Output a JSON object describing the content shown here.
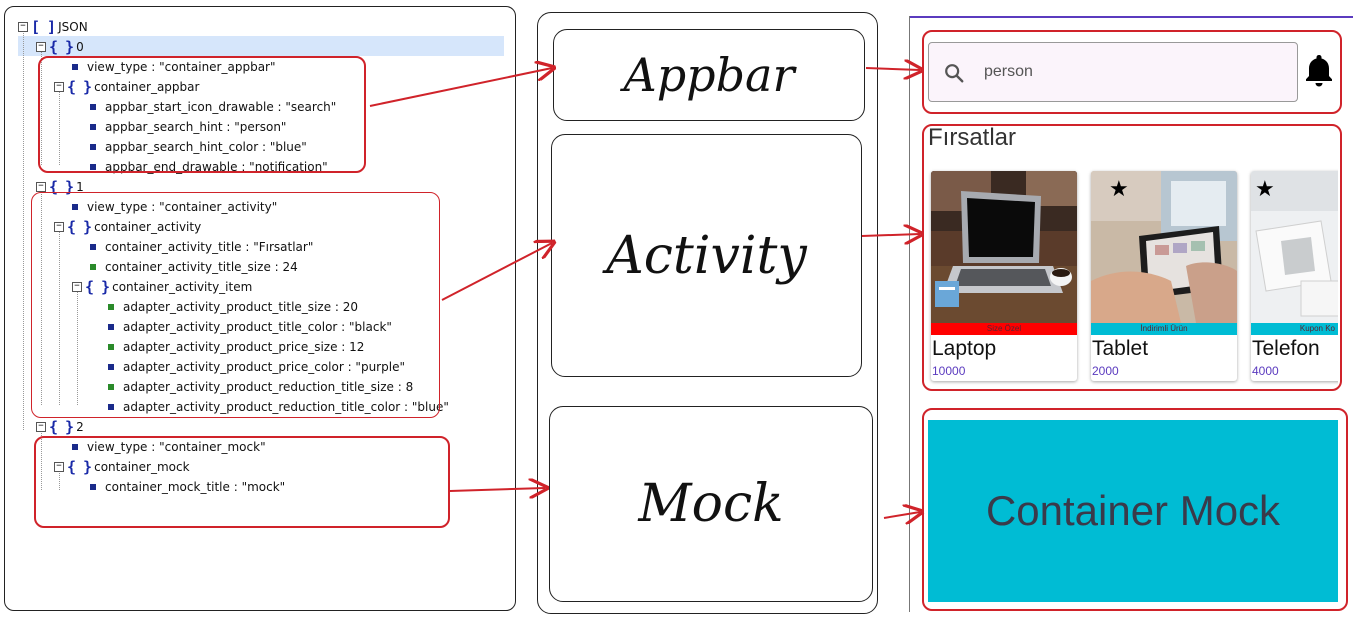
{
  "tree": {
    "rows": [
      {
        "toggle": "⊟",
        "icon": "array",
        "label": "JSON"
      },
      {
        "toggle": "⊟",
        "icon": "object",
        "label": "0"
      },
      {
        "icon": "leaf",
        "label": "view_type : \"container_appbar\""
      },
      {
        "toggle": "⊟",
        "icon": "object",
        "label": "container_appbar"
      },
      {
        "icon": "leaf",
        "label": "appbar_start_icon_drawable : \"search\""
      },
      {
        "icon": "leaf",
        "label": "appbar_search_hint : \"person\""
      },
      {
        "icon": "leaf",
        "label": "appbar_search_hint_color : \"blue\""
      },
      {
        "icon": "leaf",
        "label": "appbar_end_drawable : \"notification\""
      },
      {
        "toggle": "⊟",
        "icon": "object",
        "label": "1"
      },
      {
        "icon": "leaf",
        "label": "view_type : \"container_activity\""
      },
      {
        "toggle": "⊟",
        "icon": "object",
        "label": "container_activity"
      },
      {
        "icon": "leaf",
        "label": "container_activity_title : \"Fırsatlar\""
      },
      {
        "icon": "leaf-num",
        "label": "container_activity_title_size : 24"
      },
      {
        "toggle": "⊟",
        "icon": "object",
        "label": "container_activity_item"
      },
      {
        "icon": "leaf-num",
        "label": "adapter_activity_product_title_size : 20"
      },
      {
        "icon": "leaf",
        "label": "adapter_activity_product_title_color : \"black\""
      },
      {
        "icon": "leaf-num",
        "label": "adapter_activity_product_price_size : 12"
      },
      {
        "icon": "leaf",
        "label": "adapter_activity_product_price_color : \"purple\""
      },
      {
        "icon": "leaf-num",
        "label": "adapter_activity_product_reduction_title_size : 8"
      },
      {
        "icon": "leaf",
        "label": "adapter_activity_product_reduction_title_color : \"blue\""
      },
      {
        "toggle": "⊟",
        "icon": "object",
        "label": "2"
      },
      {
        "icon": "leaf",
        "label": "view_type : \"container_mock\""
      },
      {
        "toggle": "⊟",
        "icon": "object",
        "label": "container_mock"
      },
      {
        "icon": "leaf",
        "label": "container_mock_title : \"mock\""
      }
    ]
  },
  "components": {
    "appbar": "Appbar",
    "activity": "Activity",
    "mock": "Mock"
  },
  "phone": {
    "search_icon": "search-icon",
    "search_hint": "person",
    "notification_icon": "bell-icon",
    "section_title": "Fırsatlar",
    "products": [
      {
        "title": "Laptop",
        "price": "10000",
        "tag": "Size Özel",
        "tag_color": "#ff0000",
        "starred": false
      },
      {
        "title": "Tablet",
        "price": "2000",
        "tag": "İndirimli Ürün",
        "tag_color": "#00bcd4",
        "starred": true
      },
      {
        "title": "Telefon",
        "price": "4000",
        "tag": "Kupon Ko",
        "tag_color": "#00bcd4",
        "starred": true
      }
    ],
    "mock_title": "Container Mock"
  },
  "colors": {
    "highlight_red": "#d0232a",
    "accent_purple": "#5b3bbf",
    "mock_cyan": "#00bcd4"
  }
}
